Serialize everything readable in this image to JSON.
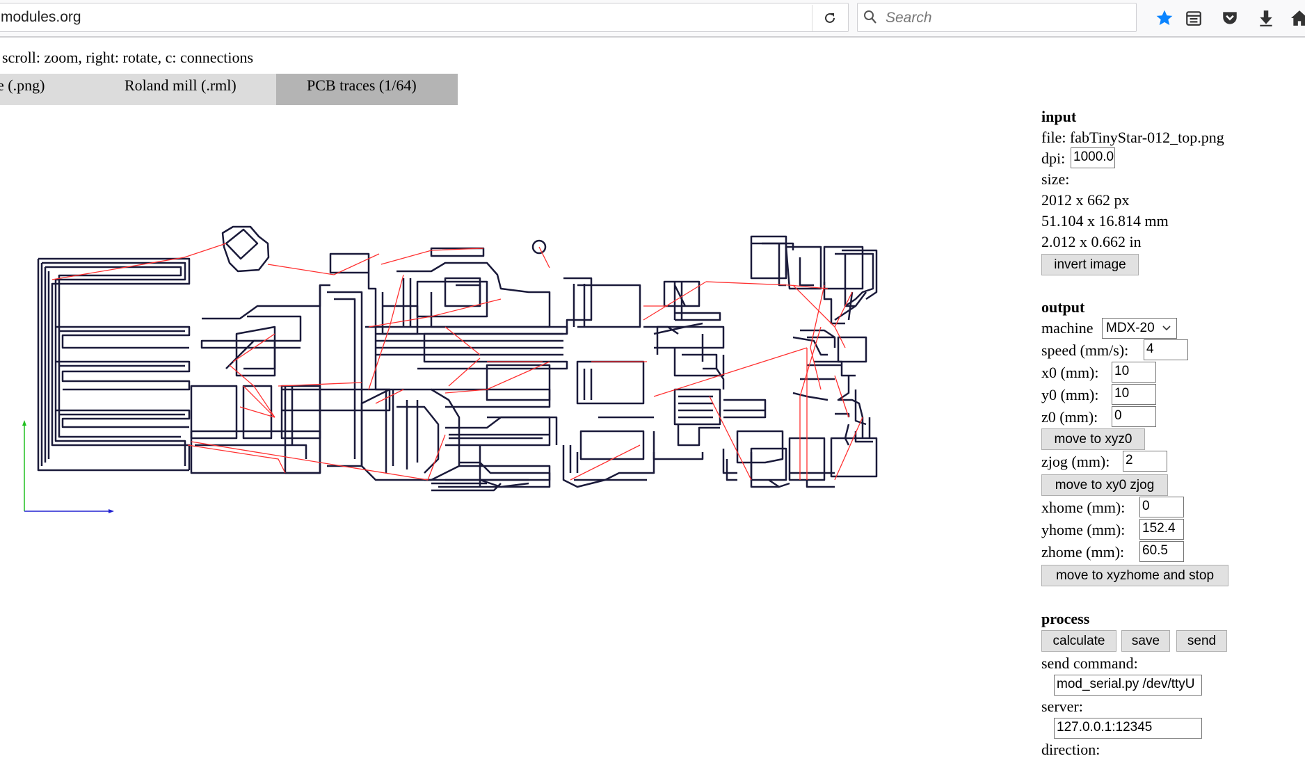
{
  "browser": {
    "url": "modules.org",
    "search_placeholder": "Search"
  },
  "hint": "scroll: zoom, right: rotate, c: connections",
  "tabs": [
    {
      "label": "e (.png)"
    },
    {
      "label": "Roland mill (.rml)"
    },
    {
      "label": "PCB traces (1/64)"
    }
  ],
  "input": {
    "heading": "input",
    "file_label": "file: fabTinyStar-012_top.png",
    "dpi_label": "dpi:",
    "dpi_value": "1000.0",
    "size_label": "size:",
    "size_px": "2012 x 662 px",
    "size_mm": "51.104 x 16.814 mm",
    "size_in": "2.012 x 0.662 in",
    "invert_button": "invert image"
  },
  "output": {
    "heading": "output",
    "machine_label": "machine",
    "machine_value": "MDX-20",
    "speed_label": "speed (mm/s):",
    "speed_value": "4",
    "x0_label": "x0 (mm):",
    "x0_value": "10",
    "y0_label": "y0 (mm):",
    "y0_value": "10",
    "z0_label": "z0 (mm):",
    "z0_value": "0",
    "move_xyz0_button": "move to xyz0",
    "zjog_label": "zjog (mm):",
    "zjog_value": "2",
    "move_xy0_button": "move to xy0 zjog",
    "xhome_label": "xhome (mm):",
    "xhome_value": "0",
    "yhome_label": "yhome (mm):",
    "yhome_value": "152.4",
    "zhome_label": "zhome (mm):",
    "zhome_value": "60.5",
    "move_home_button": "move to xyzhome and stop"
  },
  "process": {
    "heading": "process",
    "calculate_button": "calculate",
    "save_button": "save",
    "send_button": "send",
    "send_command_label": "send command:",
    "send_command_value": "mod_serial.py /dev/ttyU",
    "server_label": "server:",
    "server_value": "127.0.0.1:12345",
    "direction_label": "direction:"
  },
  "colors": {
    "trace": "#1a1a3a",
    "connection": "#ff3030",
    "axis_x": "#2020d0",
    "axis_y": "#20c020",
    "star_icon": "#0a84ff"
  },
  "icons": [
    "reload-icon",
    "search-icon",
    "bookmark-star-icon",
    "reader-list-icon",
    "pocket-icon",
    "download-icon",
    "home-icon"
  ]
}
